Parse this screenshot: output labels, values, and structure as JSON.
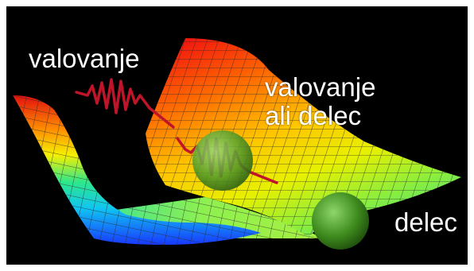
{
  "labels": {
    "wave": "valovanje",
    "duality_line1": "valovanje",
    "duality_line2": "ali delec",
    "particle": "delec"
  },
  "icons": {
    "surface": "potential-surface-icon",
    "wave": "wave-packet-icon",
    "sphere": "particle-sphere-icon"
  },
  "colors": {
    "background": "#000000",
    "text": "#ffffff",
    "wave": "#c0142a",
    "particle": "#3f8c1e"
  }
}
